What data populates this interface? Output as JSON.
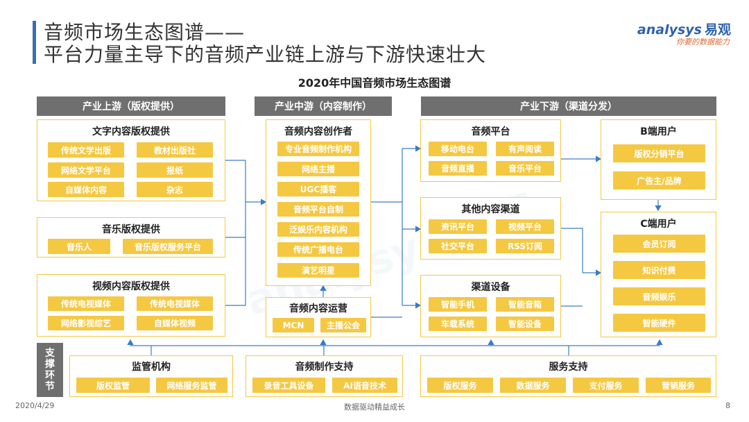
{
  "title": {
    "line1": "音频市场生态图谱——",
    "line2": "平台力量主导下的音频产业链上游与下游快速壮大"
  },
  "subtitle": "2020年中国音频市场生态图谱",
  "logo": {
    "brand": "analysys",
    "brand_cn": "易观",
    "tagline": "你要的数据能力"
  },
  "headers": {
    "upstream": "产业上游（版权提供）",
    "midstream": "产业中游（内容制作）",
    "downstream": "产业下游（渠道分发）"
  },
  "upstream": {
    "text": {
      "title": "文字内容版权提供",
      "tags": [
        "传统文学出版",
        "教材出版社",
        "网络文学平台",
        "报纸",
        "自媒体内容",
        "杂志"
      ]
    },
    "music": {
      "title": "音乐版权提供",
      "tags": [
        "音乐人",
        "音乐版权服务平台"
      ]
    },
    "video": {
      "title": "视频内容版权提供",
      "tags": [
        "传统电视媒体",
        "传统电视媒体",
        "网络影视综艺",
        "自媒体视频"
      ]
    }
  },
  "midstream": {
    "creators": {
      "title": "音频内容创作者",
      "tags": [
        "专业音频制作机构",
        "网络主播",
        "UGC播客",
        "音频平台自制",
        "泛娱乐内容机构",
        "传统广播电台",
        "演艺明星"
      ]
    },
    "operation": {
      "title": "音频内容运营",
      "tags": [
        "MCN",
        "主播公会"
      ]
    }
  },
  "downstream": {
    "platform": {
      "title": "音频平台",
      "tags": [
        "移动电台",
        "有声阅读",
        "音频直播",
        "音乐平台"
      ]
    },
    "other": {
      "title": "其他内容渠道",
      "tags": [
        "资讯平台",
        "视频平台",
        "社交平台",
        "RSS订阅"
      ]
    },
    "device": {
      "title": "渠道设备",
      "tags": [
        "智能手机",
        "智能音箱",
        "车载系统",
        "智能设备"
      ]
    },
    "b_user": {
      "title": "B端用户",
      "tags": [
        "版权分销平台",
        "广告主/品牌"
      ]
    },
    "c_user": {
      "title": "C端用户",
      "tags": [
        "会员订阅",
        "知识付费",
        "音频娱乐",
        "智能硬件"
      ]
    }
  },
  "support": {
    "label": [
      "支",
      "撑",
      "环",
      "节"
    ],
    "regulation": {
      "title": "监管机构",
      "tags": [
        "版权监管",
        "网络服务监管"
      ]
    },
    "production": {
      "title": "音频制作支持",
      "tags": [
        "录音工具设备",
        "AI语音技术"
      ]
    },
    "service": {
      "title": "服务支持",
      "tags": [
        "版权服务",
        "数据服务",
        "支付服务",
        "营销服务"
      ]
    }
  },
  "footer": {
    "date": "2020/4/29",
    "slogan": "数据驱动精益成长",
    "page": "8"
  },
  "colors": {
    "accent_yellow": "#f5c842",
    "header_gray": "#6f6f6f",
    "line_blue": "#3a7cc6",
    "logo_blue": "#2f62ad",
    "logo_orange": "#e4672f"
  }
}
